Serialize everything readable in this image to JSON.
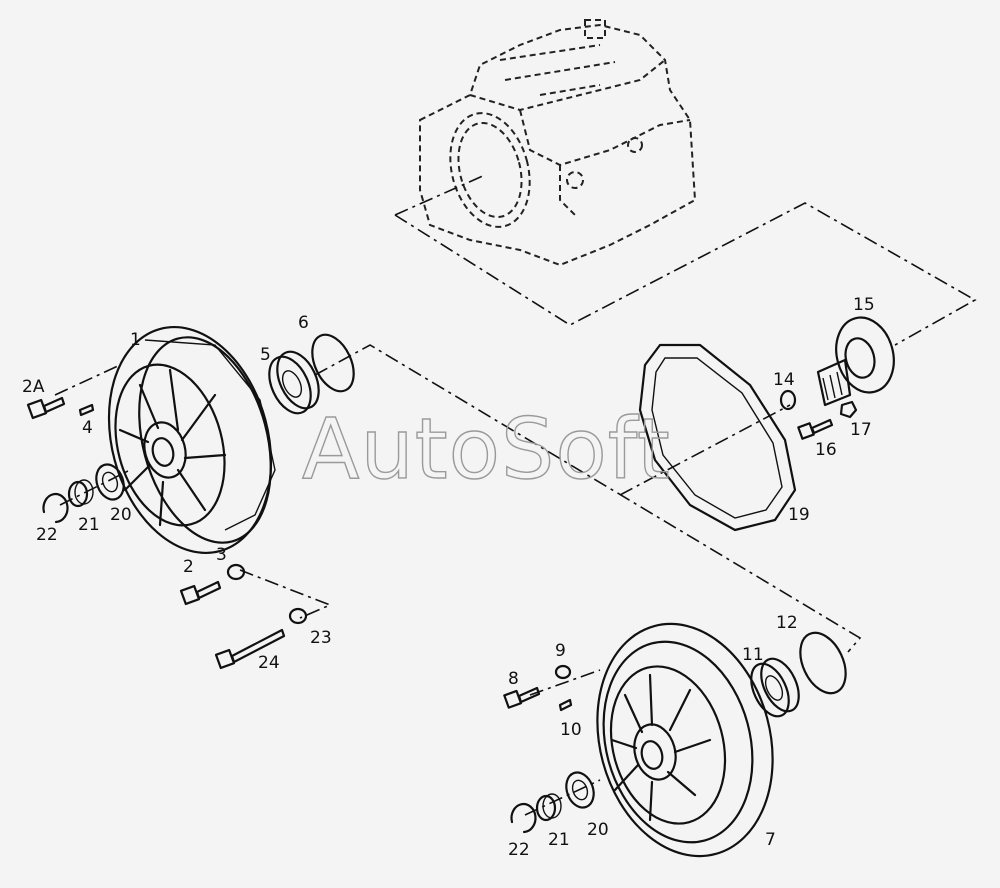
{
  "watermark": "AutoSoft",
  "callouts": {
    "c1": "1",
    "c2A": "2A",
    "c4a": "4",
    "c5": "5",
    "c6": "6",
    "c22a": "22",
    "c21a": "21",
    "c20a": "20",
    "c3": "3",
    "c2": "2",
    "c23": "23",
    "c24": "24",
    "c15": "15",
    "c14": "14",
    "c16": "16",
    "c17": "17",
    "c19": "19",
    "c8": "8",
    "c9": "9",
    "c10": "10",
    "c11": "11",
    "c12": "12",
    "c22b": "22",
    "c21b": "21",
    "c20b": "20",
    "c7": "7"
  }
}
